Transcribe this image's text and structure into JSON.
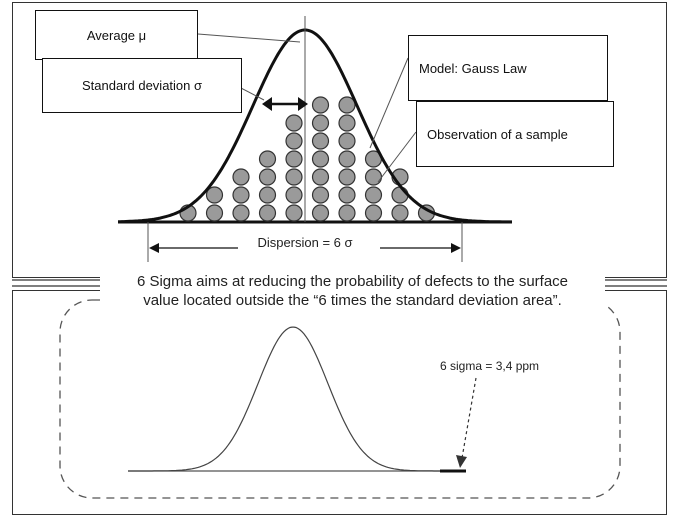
{
  "labels": {
    "average": "Average μ",
    "std_dev": "Standard deviation σ",
    "model": "Model: Gauss Law",
    "observation": "Observation of a sample",
    "dispersion": "Dispersion = 6 σ",
    "six_sigma": "6 sigma = 3,4 ppm"
  },
  "caption": {
    "line1": "6 Sigma aims at reducing the probability of defects to the surface",
    "line2": "value located outside the “6 times the standard deviation area”."
  },
  "colors": {
    "ball_fill": "#9a9a9a",
    "ball_stroke": "#333333",
    "curve": "#111111",
    "frame": "#333333"
  },
  "sample_column_counts": [
    1,
    2,
    3,
    4,
    6,
    7,
    7,
    4,
    3,
    1
  ]
}
